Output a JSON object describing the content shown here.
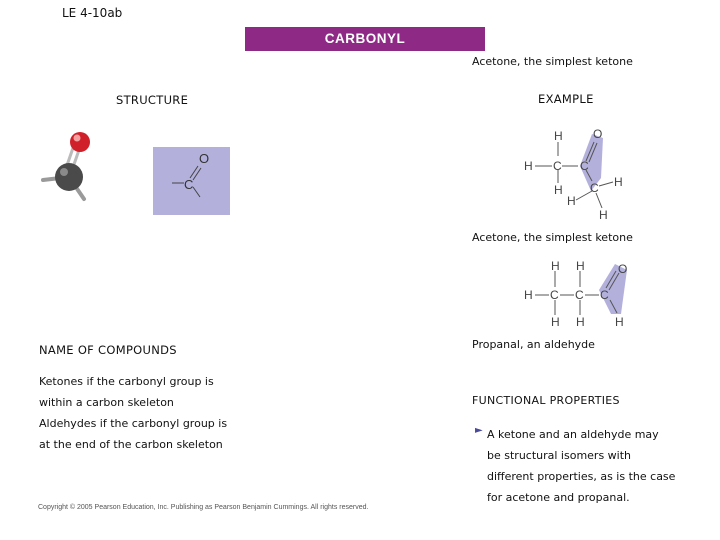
{
  "slide_label": "LE 4-10ab",
  "banner_title": "CARBONYL",
  "example1_caption": "Acetone, the simplest ketone",
  "structure_heading": "STRUCTURE",
  "example_heading": "EXAMPLE",
  "example2_caption": "Acetone, the simplest ketone",
  "name_heading": "NAME OF COMPOUNDS",
  "ketones_text": [
    "Ketones if the carbonyl group is",
    "within a carbon skeleton"
  ],
  "aldehydes_text": [
    "Aldehydes if the carbonyl group is",
    "at the end of the carbon skeleton"
  ],
  "propanal_caption": "Propanal, an aldehyde",
  "functional_heading": "FUNCTIONAL PROPERTIES",
  "bullet_symbol": "►",
  "functional_text": [
    "A ketone and an aldehyde may",
    "be structural isomers with",
    "different properties, as is the case",
    "for acetone and propanal."
  ],
  "copyright": "Copyright © 2005 Pearson Education, Inc. Publishing as Pearson Benjamin Cummings. All rights reserved.",
  "atoms": {
    "C": "C",
    "O": "O",
    "H": "H"
  },
  "colors": {
    "banner": "#8e2a86",
    "highlight": "#b3b1dc",
    "oxygen": "#d0202a",
    "carbon": "#4a4a4a"
  }
}
